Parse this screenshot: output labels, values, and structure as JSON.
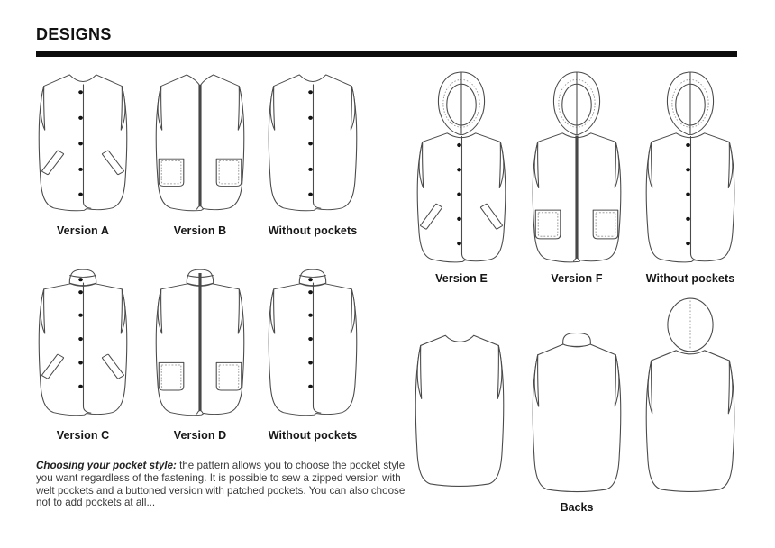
{
  "header": {
    "title": "DESIGNS"
  },
  "figures": {
    "fronts": [
      {
        "label": "Version A",
        "neck": "round",
        "closure": "buttons",
        "pockets": "welt"
      },
      {
        "label": "Version B",
        "neck": "round",
        "closure": "zipper",
        "pockets": "patch"
      },
      {
        "label": "Without pockets",
        "neck": "round",
        "closure": "buttons",
        "pockets": "none"
      },
      {
        "label": "Version C",
        "neck": "collar",
        "closure": "buttons",
        "pockets": "welt"
      },
      {
        "label": "Version D",
        "neck": "collar",
        "closure": "zipper",
        "pockets": "patch"
      },
      {
        "label": "Without pockets",
        "neck": "collar",
        "closure": "buttons",
        "pockets": "none"
      },
      {
        "label": "Version E",
        "neck": "hood",
        "closure": "buttons",
        "pockets": "welt"
      },
      {
        "label": "Version F",
        "neck": "hood",
        "closure": "zipper",
        "pockets": "patch"
      },
      {
        "label": "Without pockets",
        "neck": "hood",
        "closure": "buttons",
        "pockets": "none"
      }
    ],
    "backs": {
      "label": "Backs",
      "views": [
        {
          "neck": "plain"
        },
        {
          "neck": "collar"
        },
        {
          "neck": "hood"
        }
      ]
    }
  },
  "note": {
    "lead": "Choosing your pocket style:",
    "body": "the pattern allows you to choose the pocket style you want regardless of the fastening. It is possible to sew a zipped version with welt pockets and a buttoned version with patched pockets. You can also choose not to add pockets at all..."
  },
  "colors": {
    "line": "#4a4a4a",
    "button": "#121212",
    "zipper": "#474747",
    "stitch": "#8f8f8f",
    "bar": "#0d0d0d",
    "text": "#161616"
  }
}
